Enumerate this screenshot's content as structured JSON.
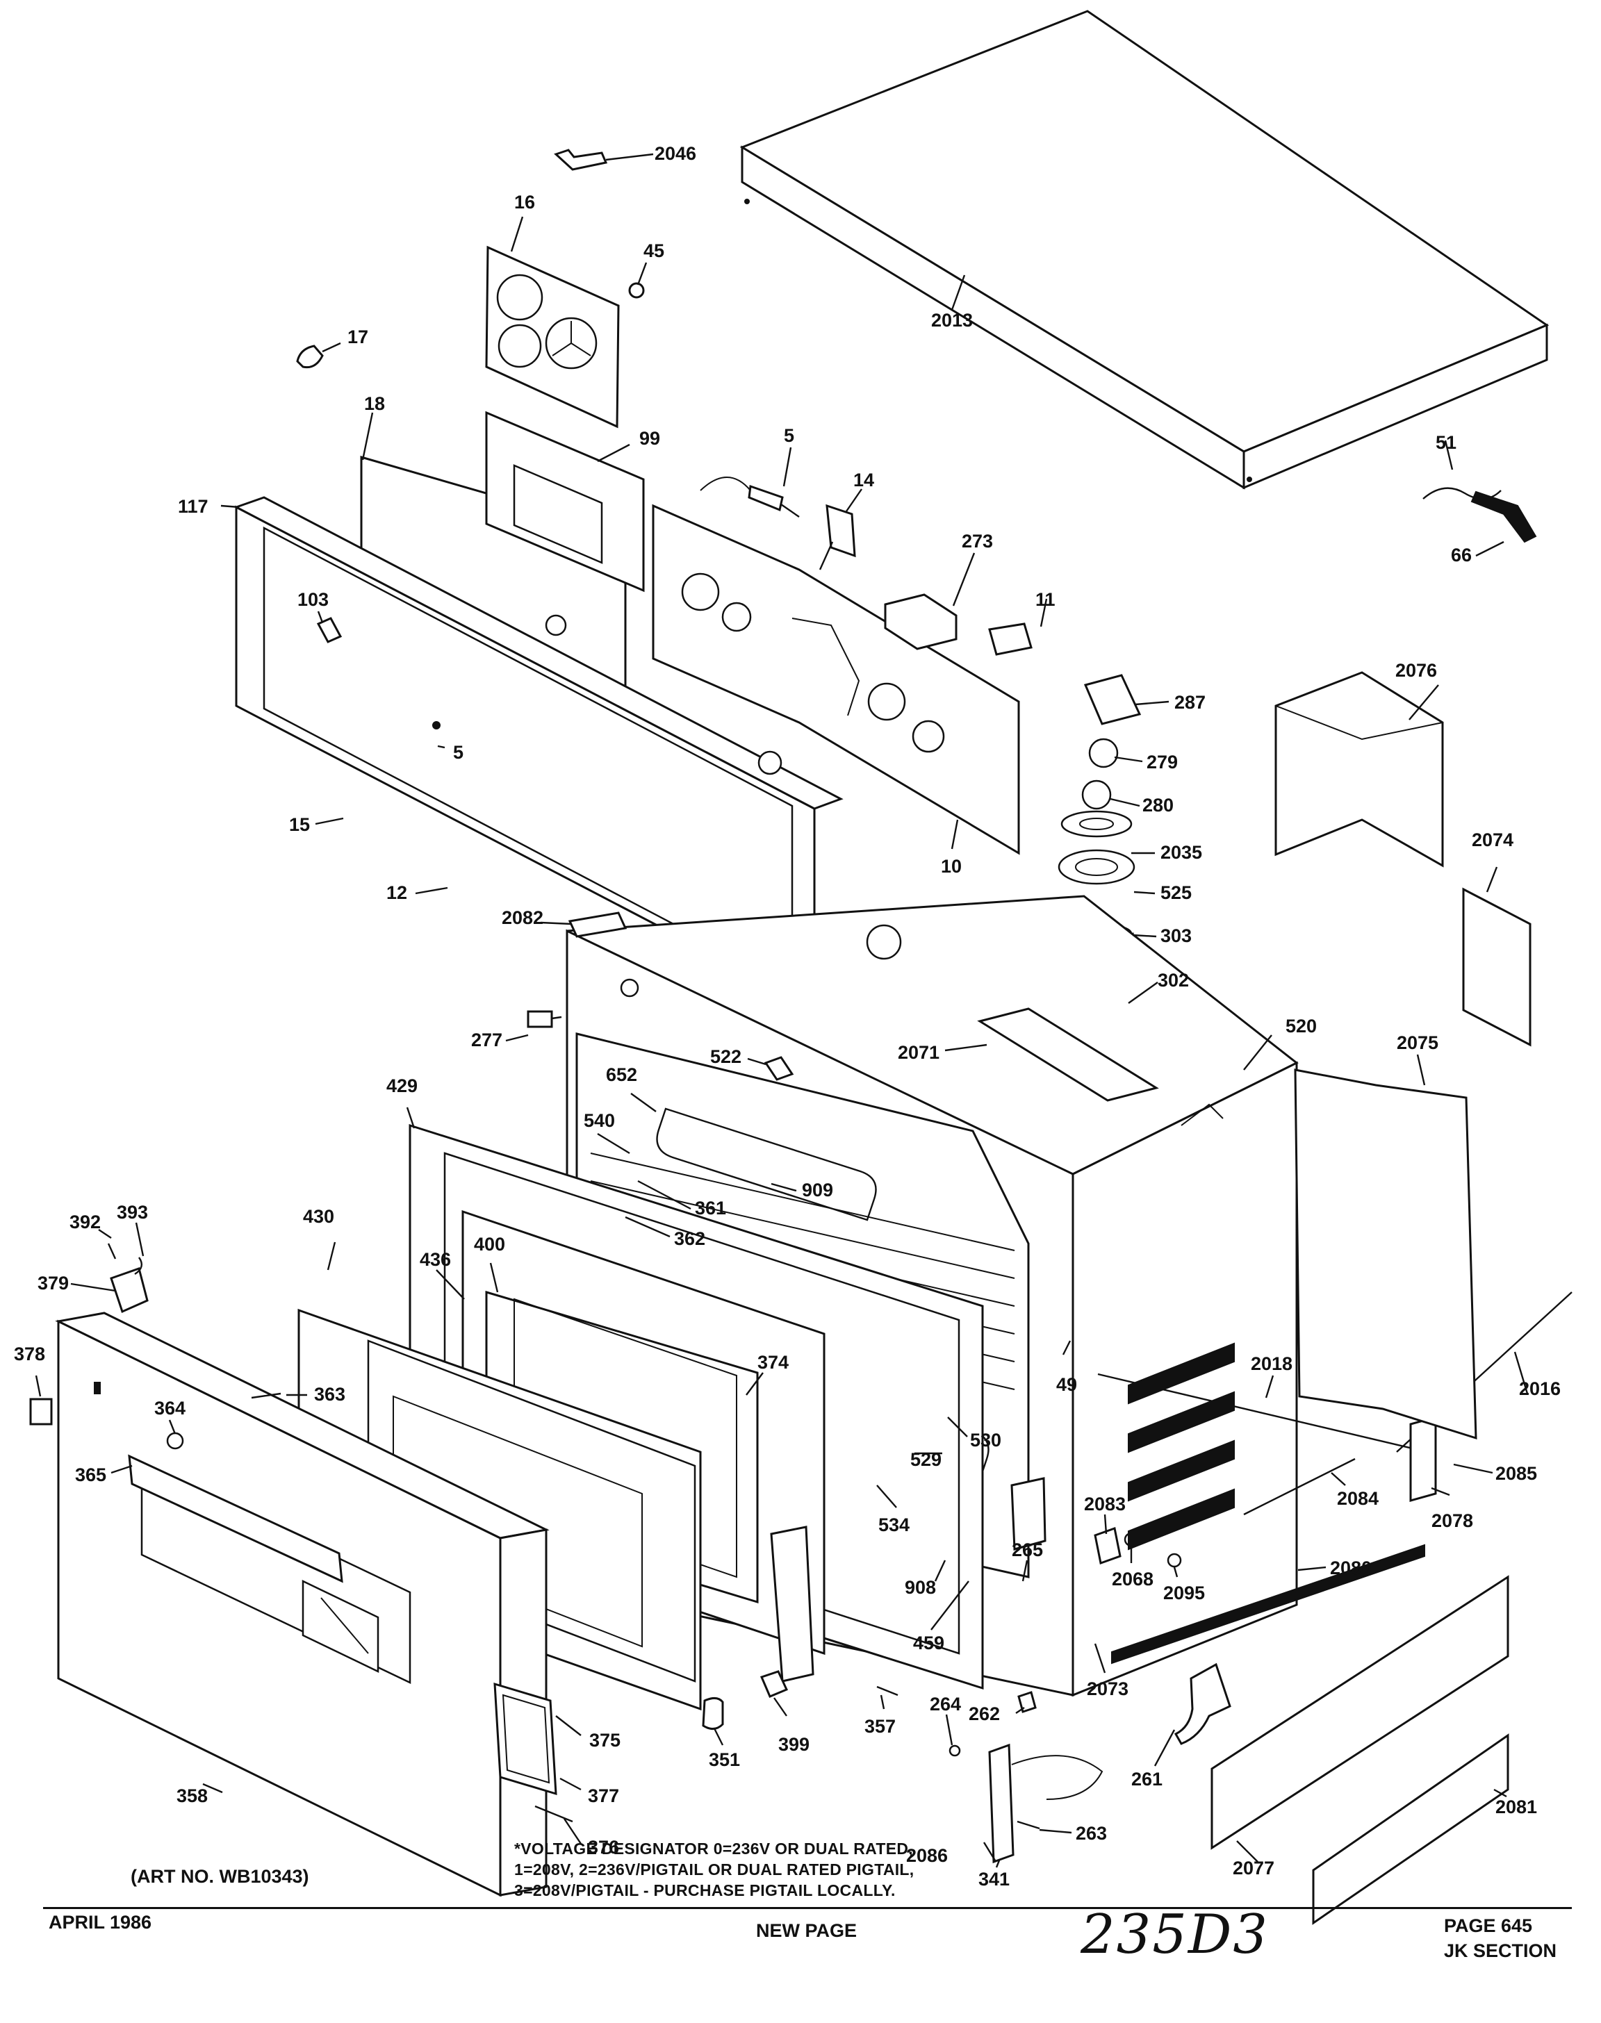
{
  "labels": {
    "2046": "2046",
    "16": "16",
    "45": "45",
    "2013": "2013",
    "17": "17",
    "18": "18",
    "99": "99",
    "5a": "5",
    "14": "14",
    "273": "273",
    "117": "117",
    "103": "103",
    "11": "11",
    "51": "51",
    "66": "66",
    "287": "287",
    "2076": "2076",
    "279": "279",
    "5b": "5",
    "280": "280",
    "10": "10",
    "2035": "2035",
    "15": "15",
    "525": "525",
    "2074": "2074",
    "12": "12",
    "303": "303",
    "2082": "2082",
    "302": "302",
    "277": "277",
    "522": "522",
    "520": "520",
    "2071": "2071",
    "2075": "2075",
    "652": "652",
    "429": "429",
    "540": "540",
    "909": "909",
    "361": "361",
    "362": "362",
    "392": "392",
    "393": "393",
    "430": "430",
    "436": "436",
    "400": "400",
    "379": "379",
    "378": "378",
    "49": "49",
    "2016": "2016",
    "363": "363",
    "374": "374",
    "2018": "2018",
    "364": "364",
    "530": "530",
    "365": "365",
    "529": "529",
    "2085": "2085",
    "2084": "2084",
    "2078": "2078",
    "534": "534",
    "2083": "2083",
    "265": "265",
    "2068": "2068",
    "2095": "2095",
    "908": "908",
    "2080": "2080",
    "459": "459",
    "2073": "2073",
    "264": "264",
    "262": "262",
    "357": "357",
    "375": "375",
    "351": "351",
    "399": "399",
    "261": "261",
    "358": "358",
    "2081": "2081",
    "377": "377",
    "263": "263",
    "376": "376",
    "2086": "2086",
    "341": "341",
    "2077": "2077"
  },
  "footer": {
    "art_no": "(ART NO. WB10343)",
    "voltage_note": "*VOLTAGE DESIGNATOR 0=236V OR DUAL RATED,\n1=208V, 2=236V/PIGTAIL OR DUAL RATED PIGTAIL,\n3=208V/PIGTAIL - PURCHASE PIGTAIL LOCALLY.",
    "date": "APRIL 1986",
    "new_page": "NEW PAGE",
    "handwritten_code": "235D3",
    "page": "PAGE 645",
    "section": "JK SECTION"
  }
}
